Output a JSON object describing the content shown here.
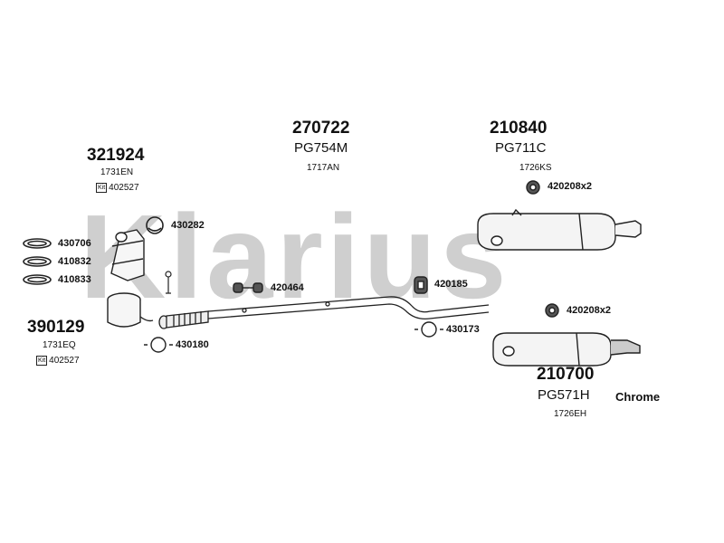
{
  "watermark": "Klarius",
  "groups": {
    "cat_upper": {
      "number": "321924",
      "code": "1731EN",
      "kit_label": "Kit",
      "kit": "402527"
    },
    "cat_lower": {
      "number": "390129",
      "code": "1731EQ",
      "kit_label": "Kit",
      "kit": "402527"
    },
    "mid": {
      "number": "270722",
      "ref": "PG754M",
      "code": "1717AN"
    },
    "front_box": {
      "number": "210840",
      "ref": "PG711C",
      "code": "1726KS"
    },
    "rear_box": {
      "number": "210700",
      "ref": "PG571H",
      "code": "1726EH",
      "finish": "Chrome"
    }
  },
  "parts": {
    "p430706": "430706",
    "p410832": "410832",
    "p410833": "410833",
    "p430282": "430282",
    "p430180": "430180",
    "p420464": "420464",
    "p420185": "420185",
    "p430173": "430173",
    "p420208a": "420208x2",
    "p420208b": "420208x2"
  }
}
